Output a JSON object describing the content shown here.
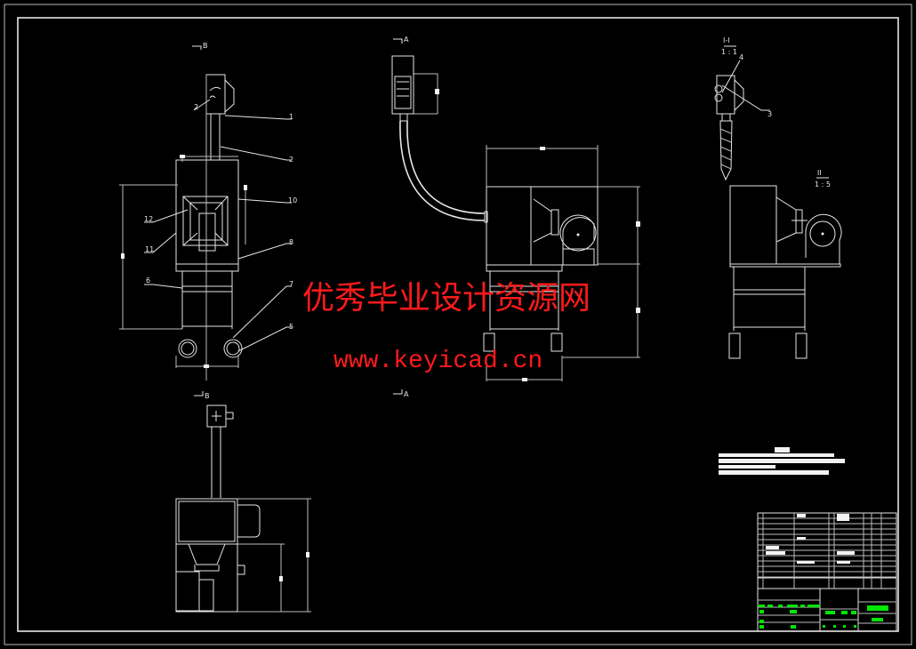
{
  "drawing": {
    "section_marks": {
      "b_top": "B",
      "b_bottom": "B",
      "a_top": "A",
      "a_bottom": "A"
    },
    "scales": {
      "detail": "1 : 1",
      "side_view": "1 : 5"
    },
    "part_labels_front": [
      "1",
      "2",
      "10",
      "8",
      "7",
      "5"
    ],
    "part_labels_left": [
      "2",
      "12",
      "11",
      "6"
    ],
    "part_labels_detail": [
      "4",
      "3"
    ]
  },
  "watermark": {
    "title": "优秀毕业设计资源网",
    "url": "www.keyicad.cn"
  },
  "colors": {
    "line": "#e6e6e6",
    "watermark": "#ff1a1a",
    "titleblock_accent": "#00e600"
  }
}
